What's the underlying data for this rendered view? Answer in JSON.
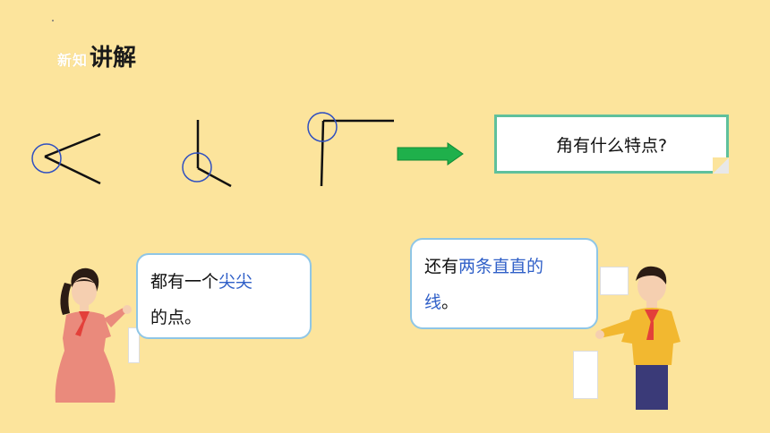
{
  "header": {
    "tag": "新知",
    "title": "讲解"
  },
  "question": {
    "text": "角有什么特点?"
  },
  "girl_bubble": {
    "text_a": "都有一个",
    "highlight": "尖尖",
    "text_b": "的点。"
  },
  "boy_bubble": {
    "text_a": "还有",
    "highlight": "两条直直的",
    "text_b": "线",
    "text_c": "。"
  },
  "colors": {
    "background": "#fce49c",
    "highlight": "#3060c8",
    "circle": "#3050c0",
    "arrow": "#1fb04b",
    "box_border": "#5fc09c",
    "bubble_border": "#8fc6e6"
  },
  "icons": [
    "angle-figure-1",
    "angle-figure-2",
    "angle-figure-3",
    "green-right-arrow",
    "girl-figure",
    "boy-figure"
  ]
}
